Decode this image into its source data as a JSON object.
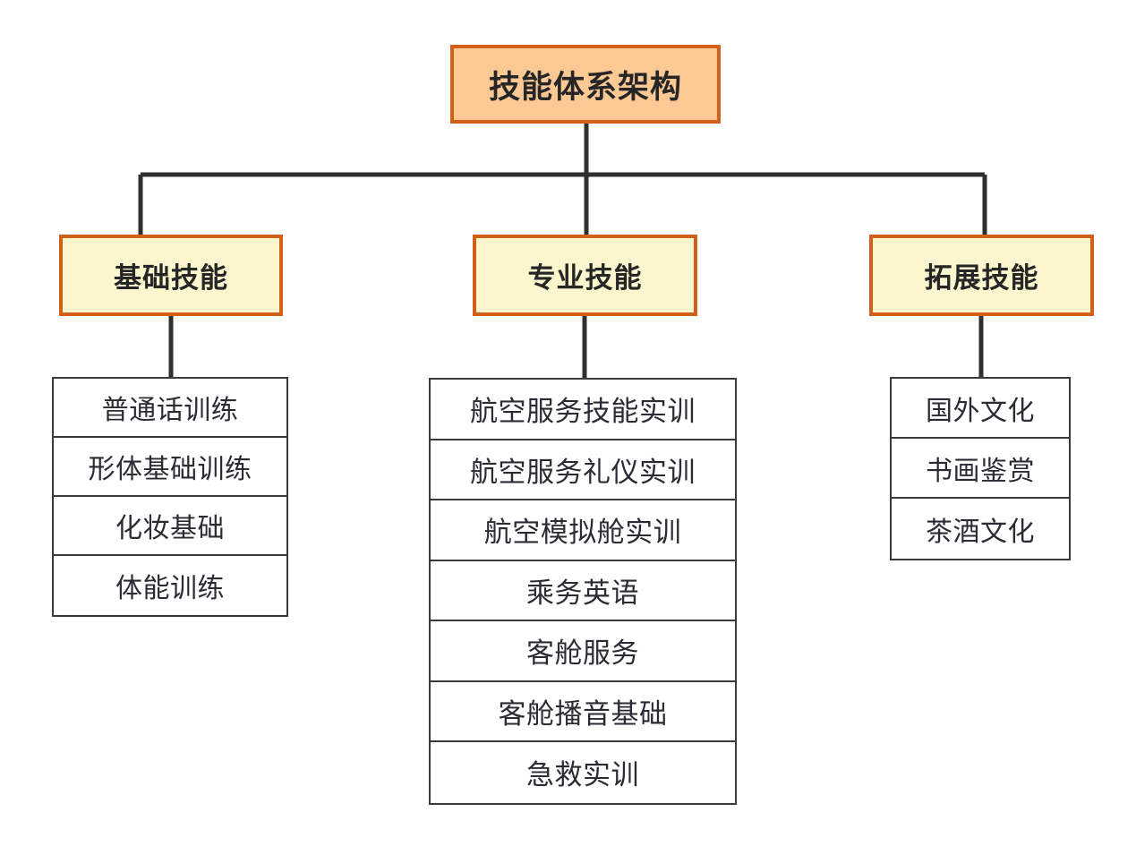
{
  "diagram": {
    "type": "organization-tree",
    "root": {
      "label": "技能体系架构",
      "fill": "#FCC994",
      "border": "#D2601A"
    },
    "branches": [
      {
        "label": "基础技能",
        "fill": "#FBF6CE",
        "border": "#D2601A",
        "items": [
          "普通话训练",
          "形体基础训练",
          "化妆基础",
          "体能训练"
        ]
      },
      {
        "label": "专业技能",
        "fill": "#FBF6CE",
        "border": "#D2601A",
        "items": [
          "航空服务技能实训",
          "航空服务礼仪实训",
          "航空模拟舱实训",
          "乘务英语",
          "客舱服务",
          "客舱播音基础",
          "急救实训"
        ]
      },
      {
        "label": "拓展技能",
        "fill": "#FBF6CE",
        "border": "#D2601A",
        "items": [
          "国外文化",
          "书画鉴赏",
          "茶酒文化"
        ]
      }
    ],
    "connector_color": "#2f2f2f"
  }
}
